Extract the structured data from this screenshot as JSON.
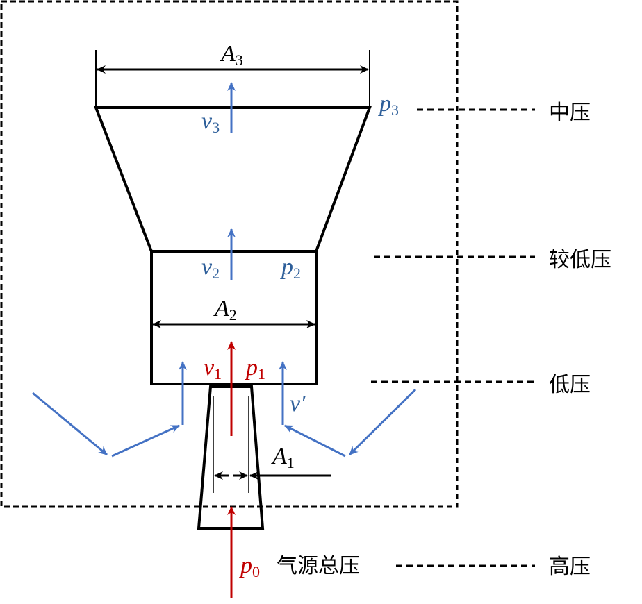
{
  "colors": {
    "line": "#000000",
    "blue": "#4472c4",
    "red": "#c00000",
    "bluetext": "#2e5f9a"
  },
  "labels": {
    "A3": {
      "main": "A",
      "sub": "3"
    },
    "A2": {
      "main": "A",
      "sub": "2"
    },
    "A1": {
      "main": "A",
      "sub": "1"
    },
    "v3": {
      "main": "v",
      "sub": "3"
    },
    "v2": {
      "main": "v",
      "sub": "2"
    },
    "v1": {
      "main": "v",
      "sub": "1"
    },
    "vprime": "v′",
    "p3": {
      "main": "p",
      "sub": "3"
    },
    "p2": {
      "main": "p",
      "sub": "2"
    },
    "p1": {
      "main": "p",
      "sub": "1"
    },
    "p0": {
      "main": "p",
      "sub": "0"
    }
  },
  "source_text": "气源总压",
  "pressure_levels": {
    "medium": "中压",
    "lower": "较低压",
    "low": "低压",
    "high": "高压"
  },
  "icons": {
    "arrowhead": "arrowhead-icon"
  }
}
